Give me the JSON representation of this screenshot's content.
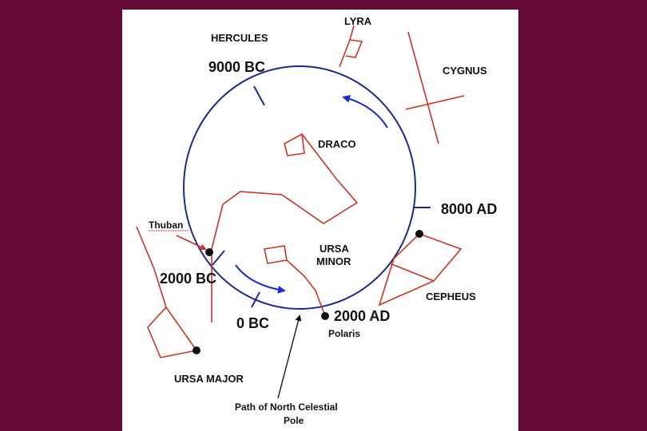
{
  "colors": {
    "background": "#650a37",
    "panel": "#ffffff",
    "circle": "#1a2a8c",
    "arrow": "#1a2ad0",
    "constellation": "#cc3322",
    "text": "#111111",
    "thuban_underline": "#cc3322"
  },
  "constellations": {
    "hercules": "HERCULES",
    "lyra": "LYRA",
    "cygnus": "CYGNUS",
    "draco": "DRACO",
    "ursa_minor_line1": "URSA",
    "ursa_minor_line2": "MINOR",
    "cepheus": "CEPHEUS",
    "ursa_major": "URSA MAJOR"
  },
  "dates": {
    "bc9000": "9000 BC",
    "ad8000": "8000 AD",
    "bc2000": "2000 BC",
    "bc0": "0 BC",
    "ad2000": "2000 AD"
  },
  "stars": {
    "thuban": "Thuban",
    "polaris": "Polaris"
  },
  "annotation": {
    "line1": "Path of North Celestial",
    "line2": "Pole"
  }
}
